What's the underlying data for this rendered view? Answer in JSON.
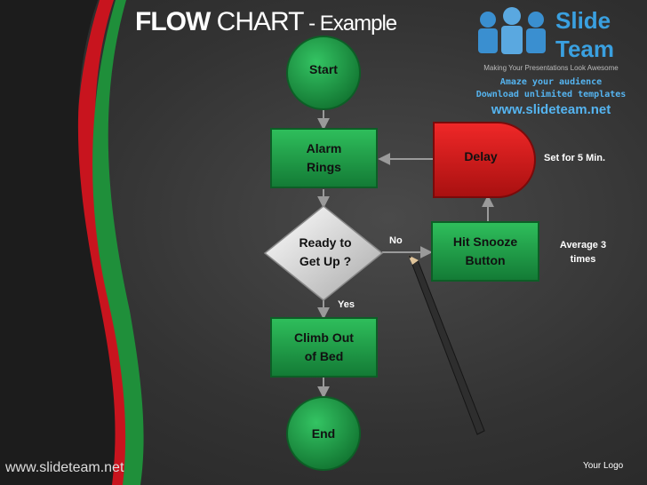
{
  "title": {
    "bold": "FLOW",
    "rest": " CHART",
    "suffix": " - Example"
  },
  "brand": {
    "name_line1": "Slide",
    "name_line2": "Team",
    "tagline": "Making Your Presentations Look Awesome",
    "promo_line1": "Amaze your audience",
    "promo_line2": "Download unlimited templates",
    "url": "www.slideteam.net"
  },
  "flow": {
    "start": "Start",
    "alarm": [
      "Alarm",
      "Rings"
    ],
    "decision": [
      "Ready to",
      "Get Up ?"
    ],
    "climb": [
      "Climb Out",
      "of Bed"
    ],
    "end": "End",
    "snooze": [
      "Hit Snooze",
      "Button"
    ],
    "delay": "Delay",
    "edge_no": "No",
    "edge_yes": "Yes"
  },
  "notes": {
    "delay_note": "Set for 5 Min.",
    "snooze_note": [
      "Average 3",
      "times"
    ]
  },
  "footer": {
    "url": "www.slideteam.net",
    "logo": "Your Logo"
  },
  "colors": {
    "green": "#1e9a45",
    "red": "#d01e1e",
    "background": "#333333",
    "accent_blue": "#3aa0e0"
  }
}
